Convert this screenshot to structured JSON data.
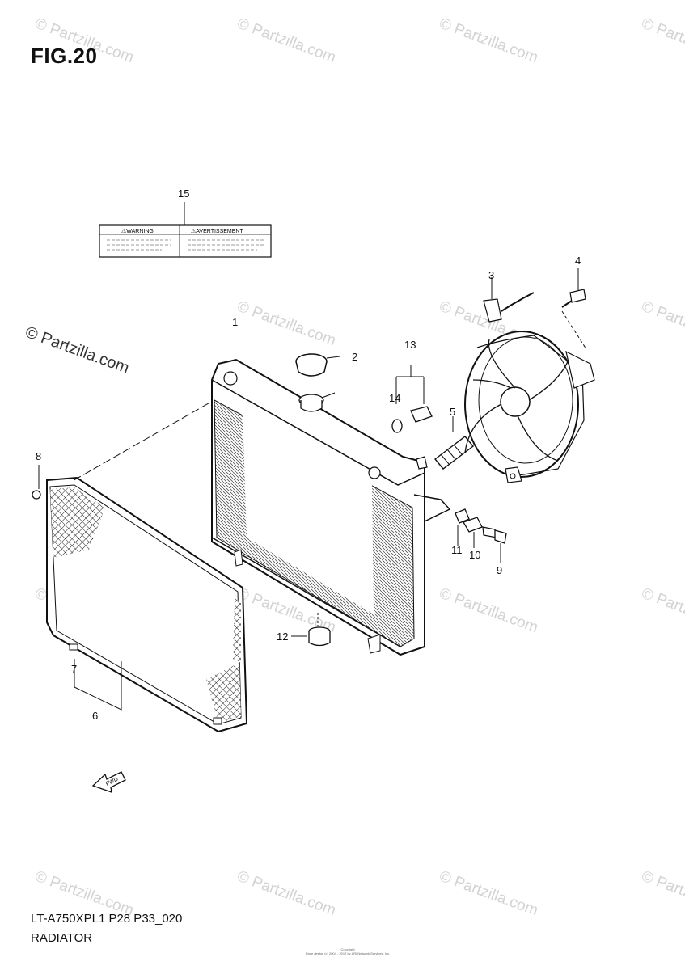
{
  "figure": {
    "title": "FIG.20",
    "model_code": "LT-A750XPL1 P28 P33_020",
    "section_name": "RADIATOR",
    "copyright_line1": "Copyright",
    "copyright_line2": "Page design (c) 2004 - 2017 by ARI Network Services, Inc."
  },
  "watermark": {
    "text": "© Partzilla.com"
  },
  "label_sticker": {
    "warning_text": "⚠WARNING",
    "avertissement_text": "⚠AVERTISSEMENT"
  },
  "fwd_arrow": {
    "text": "FWD"
  },
  "callouts": [
    {
      "id": "callout-1",
      "text": "1"
    },
    {
      "id": "callout-2",
      "text": "2"
    },
    {
      "id": "callout-3",
      "text": "3"
    },
    {
      "id": "callout-4",
      "text": "4"
    },
    {
      "id": "callout-5",
      "text": "5"
    },
    {
      "id": "callout-6",
      "text": "6"
    },
    {
      "id": "callout-7",
      "text": "7"
    },
    {
      "id": "callout-8",
      "text": "8"
    },
    {
      "id": "callout-9",
      "text": "9"
    },
    {
      "id": "callout-10",
      "text": "10"
    },
    {
      "id": "callout-11",
      "text": "11"
    },
    {
      "id": "callout-12",
      "text": "12"
    },
    {
      "id": "callout-13",
      "text": "13"
    },
    {
      "id": "callout-14",
      "text": "14"
    },
    {
      "id": "callout-15",
      "text": "15"
    }
  ]
}
